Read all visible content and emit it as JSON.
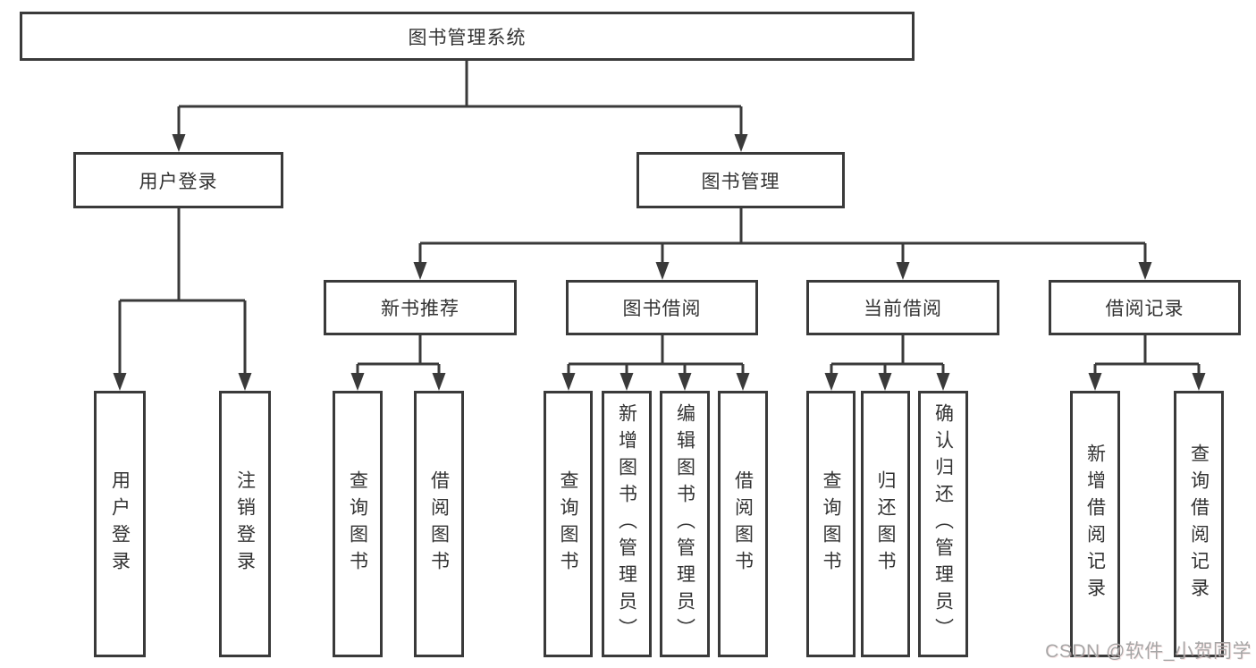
{
  "diagram": {
    "watermark": "CSDN @软件_小贺同学",
    "colors": {
      "line": "#3a3a3a",
      "box_border": "#3a3a3a",
      "text": "#333333",
      "background": "#ffffff",
      "watermark_text": "#a6a6a6"
    },
    "tree": {
      "root": {
        "label": "图书管理系统",
        "children": [
          {
            "label": "用户登录",
            "children": [
              {
                "label": "用户登录"
              },
              {
                "label": "注销登录"
              }
            ]
          },
          {
            "label": "图书管理",
            "children": [
              {
                "label": "新书推荐",
                "children": [
                  {
                    "label": "查询图书"
                  },
                  {
                    "label": "借阅图书"
                  }
                ]
              },
              {
                "label": "图书借阅",
                "children": [
                  {
                    "label": "查询图书"
                  },
                  {
                    "label": "新增图书（管理员）"
                  },
                  {
                    "label": "编辑图书（管理员）"
                  },
                  {
                    "label": "借阅图书"
                  }
                ]
              },
              {
                "label": "当前借阅",
                "children": [
                  {
                    "label": "查询图书"
                  },
                  {
                    "label": "归还图书"
                  },
                  {
                    "label": "确认归还（管理员）"
                  }
                ]
              },
              {
                "label": "借阅记录",
                "children": [
                  {
                    "label": "新增借阅记录"
                  },
                  {
                    "label": "查询借阅记录"
                  }
                ]
              }
            ]
          }
        ]
      }
    }
  }
}
